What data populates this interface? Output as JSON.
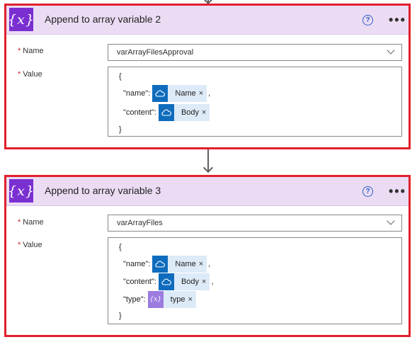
{
  "cards": [
    {
      "title": "Append to array variable 2",
      "icon_text": "{x}",
      "help_icon": "?",
      "more_icon": "•••",
      "name_label": "Name",
      "name_value": "varArrayFilesApproval",
      "value_label": "Value",
      "required_mark": "*",
      "open_brace": "{",
      "close_brace": "}",
      "lines": [
        {
          "key": "\"name\":",
          "token": "Name",
          "token_icon": "onedrive-icon",
          "suffix": ","
        },
        {
          "key": "\"content\":",
          "token": "Body",
          "token_icon": "onedrive-icon",
          "suffix": ""
        }
      ]
    },
    {
      "title": "Append to array variable 3",
      "icon_text": "{x}",
      "help_icon": "?",
      "more_icon": "•••",
      "name_label": "Name",
      "name_value": "varArrayFiles",
      "value_label": "Value",
      "required_mark": "*",
      "open_brace": "{",
      "close_brace": "}",
      "lines": [
        {
          "key": "\"name\":",
          "token": "Name",
          "token_icon": "onedrive-icon",
          "suffix": ","
        },
        {
          "key": "\"content\":",
          "token": "Body",
          "token_icon": "onedrive-icon",
          "suffix": ","
        },
        {
          "key": "\"type\":",
          "token": "type",
          "token_icon": "variable-icon",
          "token_icon_text": "{x}",
          "suffix": ""
        }
      ]
    }
  ],
  "token_close": "×",
  "colors": {
    "accent_border": "#e0202b",
    "header_bg": "#ebdcf4",
    "variable_icon": "#7a2fd1",
    "token_bg": "#ddeaf7",
    "token_icon": "#0f6cbd"
  }
}
